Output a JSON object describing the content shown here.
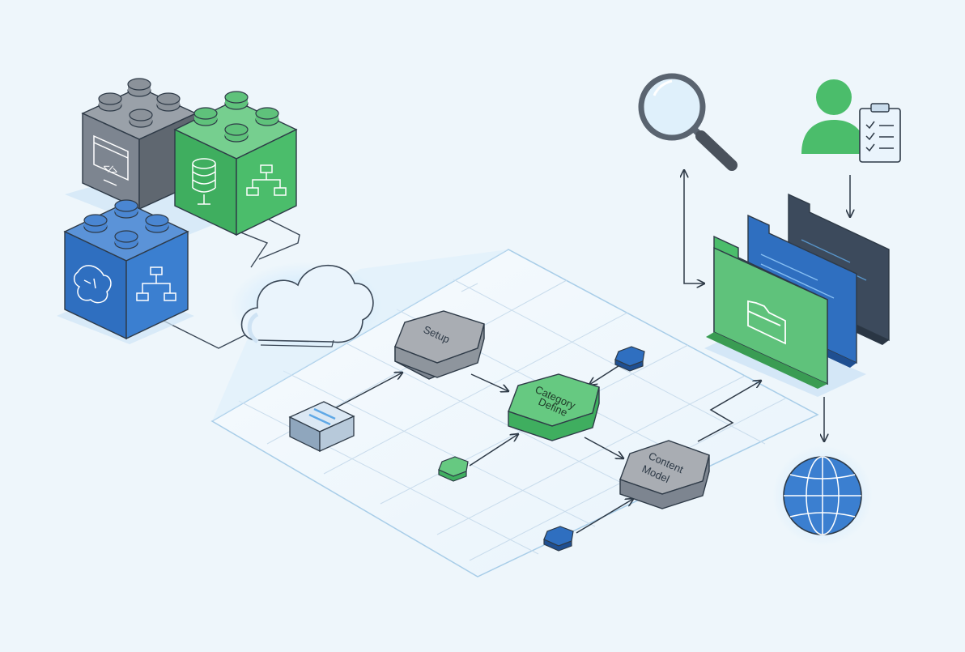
{
  "nodes": {
    "setup": "Setup",
    "category_line1": "Category",
    "category_line2": "Define",
    "content_line1": "Content",
    "content_line2": "Model"
  },
  "colors": {
    "background": "#eef6fb",
    "gray_block": "#7d8590",
    "green_block": "#3fae5f",
    "blue_block": "#2f6fc0",
    "dark_block": "#3c4a5c",
    "hex_gray": "#a9adb3",
    "hex_green": "#66c981",
    "hex_blue": "#2f6fc0",
    "outline": "#2e3a47",
    "grid_line": "#c9dcec"
  },
  "icons": {
    "code_block": "code-window-icon",
    "database_block": "database-icon",
    "hierarchy_block": "hierarchy-icon",
    "ipaas_block": "map-icon",
    "cloud": "cloud-icon",
    "search": "magnifier-icon",
    "user": "user-icon",
    "checklist": "clipboard-checklist-icon",
    "folders": "folder-stack-icon",
    "globe": "globe-icon"
  }
}
